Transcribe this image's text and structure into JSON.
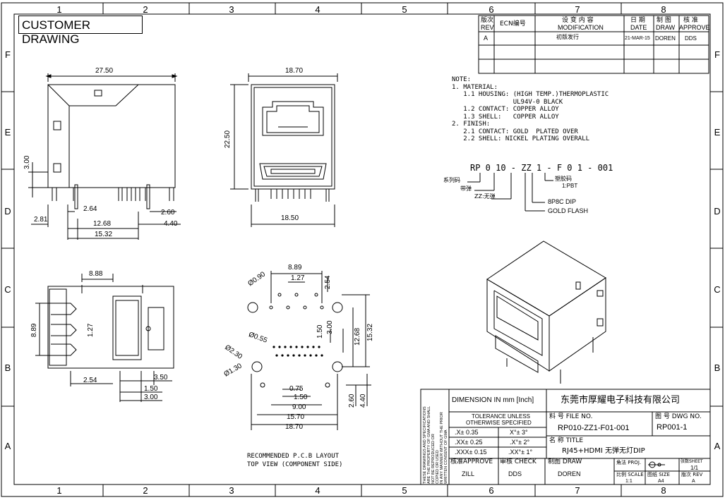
{
  "title": "CUSTOMER DRAWING",
  "zones": {
    "columns": [
      "1",
      "2",
      "3",
      "4",
      "5",
      "6",
      "7",
      "8"
    ],
    "rows": [
      "F",
      "E",
      "D",
      "C",
      "B",
      "A"
    ]
  },
  "revision_table": {
    "headers": [
      {
        "cn": "版次",
        "en": "REV"
      },
      {
        "cn": "",
        "en": "ECN编号"
      },
      {
        "cn": "设 变 内 容",
        "en": "MODIFICATION"
      },
      {
        "cn": "日 期",
        "en": "DATE"
      },
      {
        "cn": "制 图",
        "en": "DRAW"
      },
      {
        "cn": "核 准",
        "en": "APPROVE"
      }
    ],
    "rows": [
      {
        "rev": "A",
        "ecn": "",
        "modification": "初版发行",
        "date": "21-MAR-15",
        "draw": "DOREN",
        "approve": "DDS"
      }
    ]
  },
  "notes": [
    "NOTE:",
    "1. MATERIAL:",
    "   1.1 HOUSING: (HIGH TEMP.)THERMOPLASTIC",
    "                UL94V-0 BLACK",
    "   1.2 CONTACT: COPPER ALLOY",
    "   1.3 SHELL:   COPPER ALLOY",
    "2. FINISH:",
    "   2.1 CONTACT: GOLD  PLATED OVER",
    "   2.2 SHELL: NICKEL PLATING OVERALL"
  ],
  "part_code": {
    "code": "RP 0 10 - ZZ 1 - F 0 1 - 001",
    "labels": [
      "系列码",
      "带弹",
      "ZZ:无弹",
      "8P8C DIP",
      "GOLD FLASH",
      "塑胶码",
      "1:PBT"
    ]
  },
  "dimensions": {
    "front": [
      "27.50",
      "3.00",
      "2.64",
      "2.60",
      "2.81",
      "12.68",
      "4.40",
      "15.32"
    ],
    "side": [
      "18.70",
      "22.50",
      "18.50"
    ],
    "bottom": [
      "8.88",
      "8.89",
      "1.27",
      "2.54",
      "3.50",
      "1.50",
      "3.00"
    ],
    "pcb": [
      "8.89",
      "1.27",
      "2.54",
      "Ø0.90",
      "3.00",
      "1.50",
      "Ø0.55",
      "Ø2.30",
      "15.32",
      "12.68",
      "Ø1.30",
      "0.75",
      "1.50",
      "9.00",
      "15.70",
      "18.70",
      "2.60",
      "4.40"
    ]
  },
  "pcb_caption": [
    "RECOMMENDED  P.C.B  LAYOUT",
    "TOP  VIEW  (COMPONENT  SIDE)"
  ],
  "title_block": {
    "side_text": [
      "THESE DRAWINGS AND SPECIFICATIONS",
      "ARE THE PROPERTY OF GMA AND SHALL",
      "NOT BE REPRODUCED OR",
      "COPIED OR USED",
      "IN ANY MANNER WITHOUT THE PRIOR",
      "WRITTEN CONSENT OF GMA"
    ],
    "dimension_label": "DIMENSION IN mm [Inch]",
    "company": "东莞市厚耀电子科技有限公司",
    "tolerance_title": [
      "TOLERANCE UNLESS",
      "OTHERWISE SPECIFIED"
    ],
    "tolerances": [
      {
        "lin": ".X± 0.35",
        "ang": "X°± 3°"
      },
      {
        "lin": ".XX± 0.25",
        "ang": ".X°± 2°"
      },
      {
        "lin": ".XXX± 0.15",
        "ang": ".XX°± 1°"
      }
    ],
    "file_no_label": "料 号  FILE NO.",
    "file_no": "RP010-ZZ1-F01-001",
    "dwg_no_label": "图 号  DWG NO.",
    "dwg_no": "RP001-1",
    "title_label": "名 称  TITLE",
    "title_value": "RJ45+HDMI 无弹无灯DIP",
    "approve_label": "核准APPROVE",
    "approve_value": "ZILL",
    "check_label": "审核 CHECK",
    "check_value": "DDS",
    "draw_label": "制图  DRAW",
    "draw_value": "DOREN",
    "proj_label": "角法 PROJ.",
    "sheet_label": "张数SHEET",
    "sheet_value": "1/1",
    "scale_label": "比例 SCALE",
    "scale_value": "1:1",
    "size_label": "图纸 SIZE",
    "size_value": "A4",
    "rev_label": "版次 REV",
    "rev_value": "A"
  }
}
